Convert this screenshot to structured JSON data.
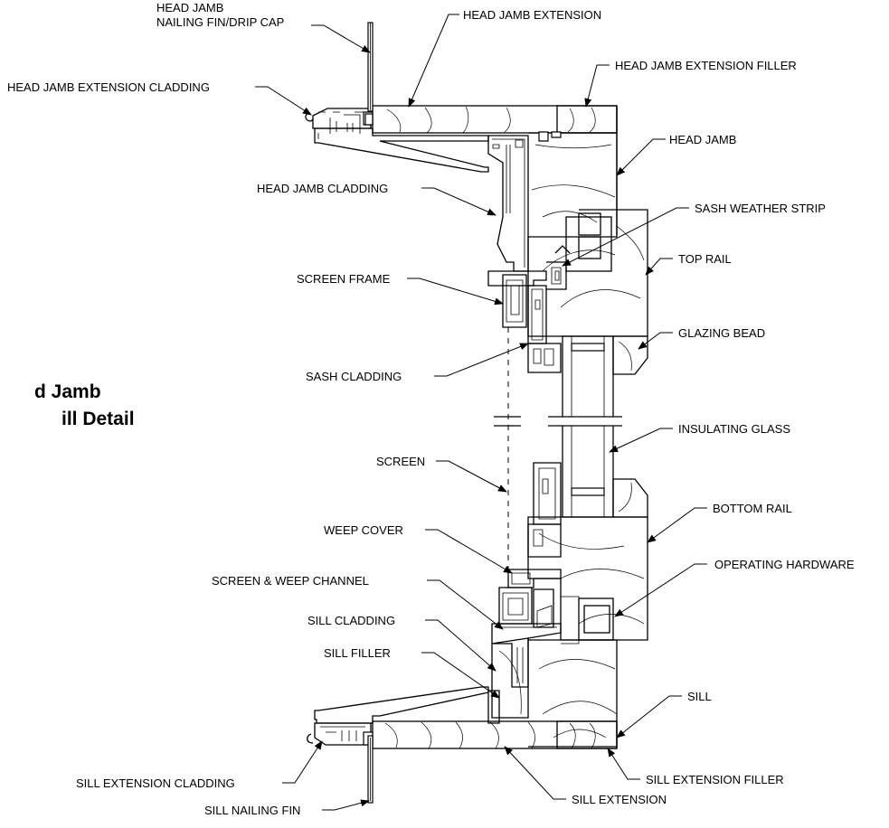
{
  "title_lines": [
    "d Jamb",
    "ill Detail"
  ],
  "labels": {
    "head_jamb_nailing_fin_line1": "HEAD JAMB",
    "head_jamb_nailing_fin_line2": "NAILING FIN/DRIP CAP",
    "head_jamb_extension": "HEAD JAMB EXTENSION",
    "head_jamb_extension_filler": "HEAD JAMB EXTENSION FILLER",
    "head_jamb_extension_cladding": "HEAD JAMB EXTENSION CLADDING",
    "head_jamb": "HEAD JAMB",
    "head_jamb_cladding": "HEAD JAMB CLADDING",
    "sash_weather_strip": "SASH WEATHER STRIP",
    "top_rail": "TOP RAIL",
    "screen_frame": "SCREEN FRAME",
    "glazing_bead": "GLAZING BEAD",
    "sash_cladding": "SASH CLADDING",
    "insulating_glass": "INSULATING GLASS",
    "screen": "SCREEN",
    "bottom_rail": "BOTTOM RAIL",
    "weep_cover": "WEEP COVER",
    "operating_hardware": "OPERATING HARDWARE",
    "screen_weep_channel": "SCREEN & WEEP CHANNEL",
    "sill_cladding": "SILL CLADDING",
    "sill": "SILL",
    "sill_filler": "SILL FILLER",
    "sill_extension_cladding": "SILL EXTENSION CLADDING",
    "sill_extension_filler": "SILL EXTENSION FILLER",
    "sill_extension": "SILL EXTENSION",
    "sill_nailing_fin": "SILL NAILING FIN"
  }
}
